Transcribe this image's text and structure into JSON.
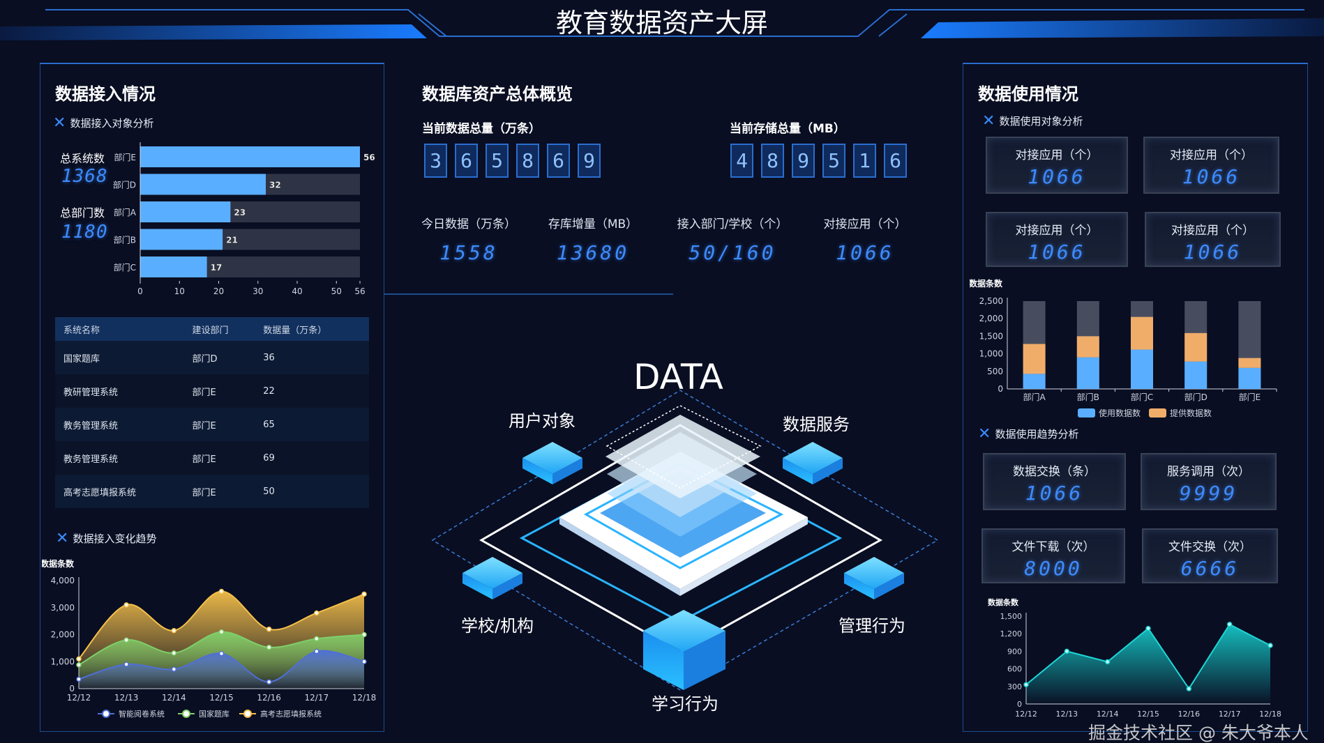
{
  "title": "教育数据资产大屏",
  "colors": {
    "accent": "#3a8cff",
    "bar": "#5aaeff",
    "orange": "#f5b06a",
    "teal": "#16c8c8"
  },
  "left": {
    "title": "数据接入情况",
    "access_sub": "数据接入对象分析",
    "total_systems_label": "总系统数",
    "total_systems": "1368",
    "total_depts_label": "总部门数",
    "total_depts": "1180",
    "table": {
      "headers": [
        "系统名称",
        "建设部门",
        "数据量（万条）"
      ],
      "rows": [
        [
          "国家题库",
          "部门D",
          "36"
        ],
        [
          "教研管理系统",
          "部门E",
          "22"
        ],
        [
          "教务管理系统",
          "部门E",
          "65"
        ],
        [
          "教务管理系统",
          "部门E",
          "69"
        ],
        [
          "高考志愿填报系统",
          "部门E",
          "50"
        ]
      ]
    },
    "trend_sub": "数据接入变化趋势"
  },
  "middle": {
    "title": "数据库资产总体概览",
    "total_data_label": "当前数据总量（万条）",
    "total_data_digits": [
      "3",
      "6",
      "5",
      "8",
      "6",
      "9"
    ],
    "total_storage_label": "当前存储总量（MB）",
    "total_storage_digits": [
      "4",
      "8",
      "9",
      "5",
      "1",
      "6"
    ],
    "stats": [
      {
        "label": "今日数据（万条）",
        "value": "1558"
      },
      {
        "label": "存库增量（MB）",
        "value": "13680"
      },
      {
        "label": "接入部门/学校（个）",
        "value": "50/160"
      },
      {
        "label": "对接应用（个）",
        "value": "1066"
      }
    ],
    "diagram": {
      "center": "DATA",
      "nodes": [
        "用户对象",
        "数据服务",
        "学校/机构",
        "管理行为",
        "学习行为"
      ]
    }
  },
  "right": {
    "title": "数据使用情况",
    "usage_sub": "数据使用对象分析",
    "usage_cards": [
      {
        "label": "对接应用（个）",
        "value": "1066"
      },
      {
        "label": "对接应用（个）",
        "value": "1066"
      },
      {
        "label": "对接应用（个）",
        "value": "1066"
      },
      {
        "label": "对接应用（个）",
        "value": "1066"
      }
    ],
    "trend_sub": "数据使用趋势分析",
    "trend_cards": [
      {
        "label": "数据交换（条）",
        "value": "1066"
      },
      {
        "label": "服务调用（次）",
        "value": "9999"
      },
      {
        "label": "文件下载（次）",
        "value": "8000"
      },
      {
        "label": "文件交换（次）",
        "value": "6666"
      }
    ]
  },
  "watermark": "掘金技术社区 @ 朱大爷本人",
  "chart_data": [
    {
      "type": "bar",
      "orientation": "horizontal",
      "categories": [
        "部门E",
        "部门D",
        "部门A",
        "部门B",
        "部门C"
      ],
      "values": [
        56,
        32,
        23,
        21,
        17
      ],
      "xlim": [
        0,
        56
      ],
      "xticks": [
        "0",
        "10",
        "20",
        "30",
        "40",
        "50",
        "56"
      ]
    },
    {
      "type": "bar",
      "stacked": true,
      "ylabel": "数据条数",
      "categories": [
        "部门A",
        "部门B",
        "部门C",
        "部门D",
        "部门E"
      ],
      "ylim": [
        0,
        2500
      ],
      "yticks": [
        "0",
        "500",
        "1,000",
        "1,500",
        "2,000",
        "2,500"
      ],
      "legend": "bottom",
      "series": [
        {
          "name": "使用数据数",
          "values": [
            430,
            900,
            1120,
            780,
            600
          ]
        },
        {
          "name": "提供数据数",
          "values": [
            850,
            600,
            930,
            810,
            280
          ]
        }
      ]
    },
    {
      "type": "area",
      "smooth": true,
      "ylabel": "数据条数",
      "categories": [
        "12/12",
        "12/13",
        "12/14",
        "12/15",
        "12/16",
        "12/17",
        "12/18"
      ],
      "ylim": [
        0,
        4000
      ],
      "yticks": [
        "0",
        "1,000",
        "2,000",
        "3,000",
        "4,000"
      ],
      "legend": "bottom",
      "series": [
        {
          "name": "智能阅卷系统",
          "values": [
            350,
            900,
            720,
            1300,
            250,
            1380,
            1000
          ]
        },
        {
          "name": "国家题库",
          "values": [
            880,
            1800,
            1320,
            2100,
            1530,
            1850,
            2000
          ]
        },
        {
          "name": "高考志愿填报系统",
          "values": [
            1100,
            3100,
            2150,
            3600,
            2200,
            2800,
            3500
          ]
        }
      ]
    },
    {
      "type": "area",
      "ylabel": "数据条数",
      "categories": [
        "12/12",
        "12/13",
        "12/14",
        "12/15",
        "12/16",
        "12/17",
        "12/18"
      ],
      "ylim": [
        0,
        1500
      ],
      "yticks": [
        "0",
        "300",
        "600",
        "900",
        "1,200",
        "1,500"
      ],
      "values": [
        330,
        900,
        720,
        1290,
        260,
        1360,
        1000
      ]
    }
  ]
}
